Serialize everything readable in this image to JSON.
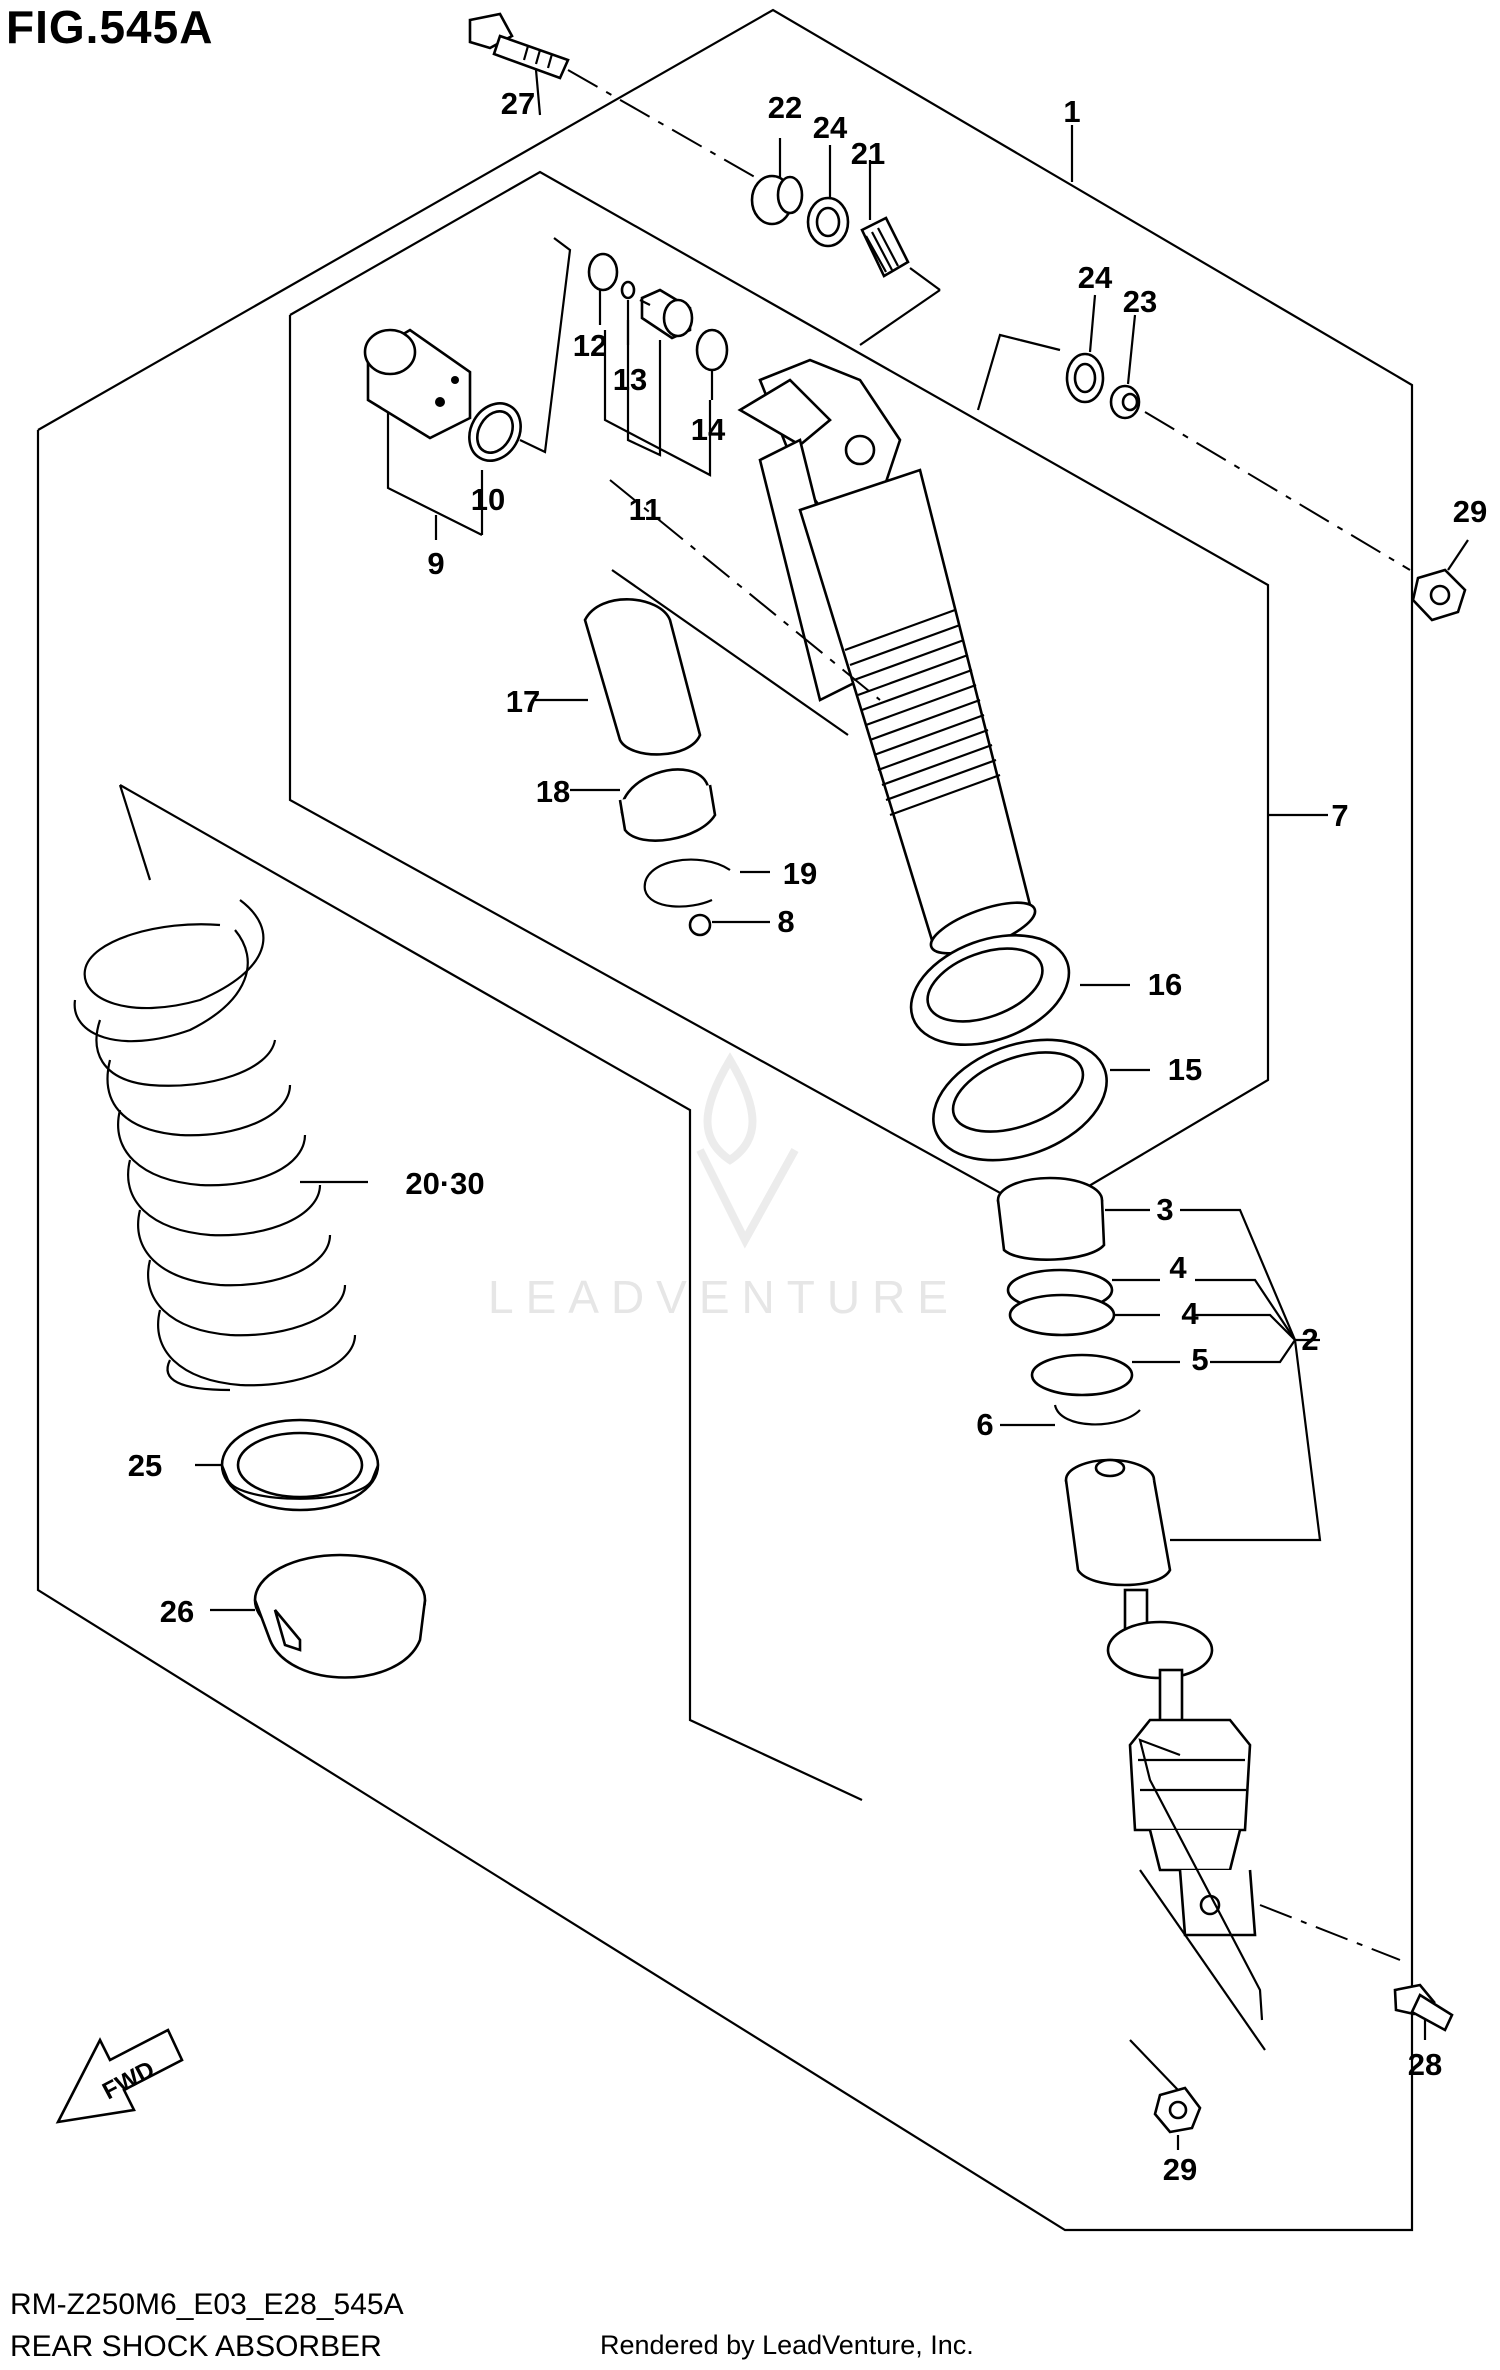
{
  "figure": {
    "title": "FIG.545A",
    "code": "RM-Z250M6_E03_E28_545A",
    "caption": "REAR SHOCK ABSORBER",
    "credit": "Rendered by LeadVenture, Inc.",
    "watermark": "LEADVENTURE",
    "fwd_label": "FWD"
  },
  "callouts": [
    {
      "id": "1",
      "label": "1"
    },
    {
      "id": "2",
      "label": "2"
    },
    {
      "id": "3",
      "label": "3"
    },
    {
      "id": "4a",
      "label": "4"
    },
    {
      "id": "4b",
      "label": "4"
    },
    {
      "id": "5",
      "label": "5"
    },
    {
      "id": "6",
      "label": "6"
    },
    {
      "id": "7",
      "label": "7"
    },
    {
      "id": "8",
      "label": "8"
    },
    {
      "id": "9",
      "label": "9"
    },
    {
      "id": "10",
      "label": "10"
    },
    {
      "id": "11",
      "label": "11"
    },
    {
      "id": "12",
      "label": "12"
    },
    {
      "id": "13",
      "label": "13"
    },
    {
      "id": "14",
      "label": "14"
    },
    {
      "id": "15",
      "label": "15"
    },
    {
      "id": "16",
      "label": "16"
    },
    {
      "id": "17",
      "label": "17"
    },
    {
      "id": "18",
      "label": "18"
    },
    {
      "id": "19",
      "label": "19"
    },
    {
      "id": "20_30",
      "label": "20·30"
    },
    {
      "id": "21",
      "label": "21"
    },
    {
      "id": "22",
      "label": "22"
    },
    {
      "id": "23",
      "label": "23"
    },
    {
      "id": "24a",
      "label": "24"
    },
    {
      "id": "24b",
      "label": "24"
    },
    {
      "id": "25",
      "label": "25"
    },
    {
      "id": "26",
      "label": "26"
    },
    {
      "id": "27",
      "label": "27"
    },
    {
      "id": "28",
      "label": "28"
    },
    {
      "id": "29a",
      "label": "29"
    },
    {
      "id": "29b",
      "label": "29"
    }
  ]
}
